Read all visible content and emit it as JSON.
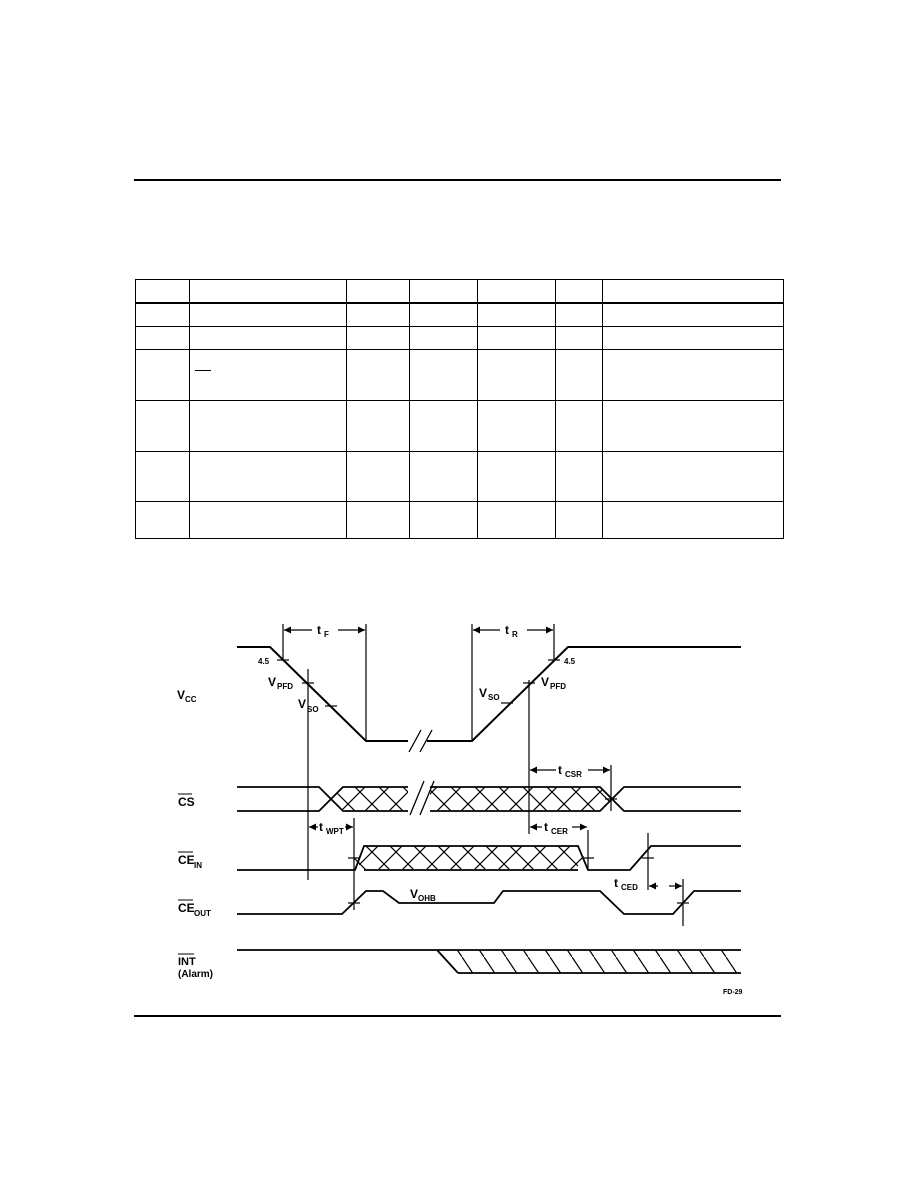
{
  "labels": {
    "vcc": "V",
    "vcc_sub": "CC",
    "cs": "CS",
    "cein": "CE",
    "cein_sub": "IN",
    "ceout": "CE",
    "ceout_sub": "OUT",
    "int": "INT",
    "int_sub": "(Alarm)",
    "tf": "t",
    "tf_sub": "F",
    "tr": "t",
    "tr_sub": "R",
    "v45_left": "4.5",
    "v45_right": "4.5",
    "vpfd_left": "V",
    "vpfd_left_sub": "PFD",
    "vso_left": "V",
    "vso_left_sub": "SO",
    "vso_right": "V",
    "vso_right_sub": "SO",
    "vpfd_right": "V",
    "vpfd_right_sub": "PFD",
    "tcsr": "t",
    "tcsr_sub": "CSR",
    "twpt": "t",
    "twpt_sub": "WPT",
    "tcer": "t",
    "tcer_sub": "CER",
    "tced": "t",
    "tced_sub": "CED",
    "vohb": "V",
    "vohb_sub": "OHB",
    "figure_id": "FD-29"
  }
}
